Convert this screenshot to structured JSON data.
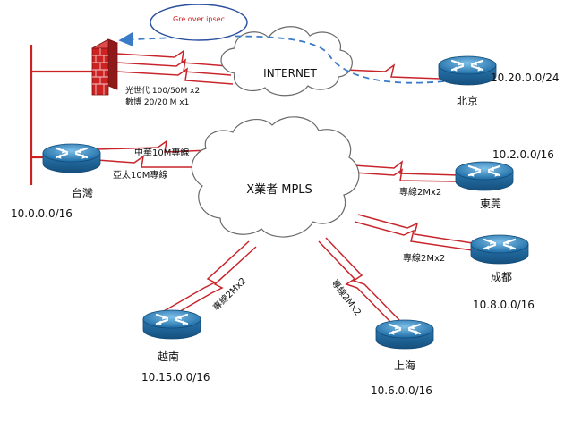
{
  "callout": {
    "text": "Gre over ipsec"
  },
  "clouds": {
    "internet": {
      "label": "INTERNET"
    },
    "mpls": {
      "label": "X業者 MPLS"
    }
  },
  "taiwan": {
    "name": "台灣",
    "subnet": "10.0.0.0/16",
    "internet_line1": "光世代 100/50M  x2",
    "internet_line2": "數博 20/20 M x1",
    "mpls_link1": "中華10M專線",
    "mpls_link2": "亞太10M專線"
  },
  "beijing": {
    "name": "北京",
    "subnet": "10.20.0.0/24"
  },
  "dongguan": {
    "name": "東莞",
    "subnet": "10.2.0.0/16",
    "link": "專線2Mx2"
  },
  "chengdu": {
    "name": "成都",
    "subnet": "10.8.0.0/16",
    "link": "專線2Mx2"
  },
  "vietnam": {
    "name": "越南",
    "subnet": "10.15.0.0/16",
    "link": "專線2Mx2"
  },
  "shanghai": {
    "name": "上海",
    "subnet": "10.6.0.0/16",
    "link": "專線2Mx2"
  },
  "colors": {
    "link_red": "#c8252b",
    "router_blue": "#2d7fb8",
    "firewall_red": "#cc2222",
    "tunnel_blue": "#3a7bc8",
    "lan_red": "#cc2222"
  },
  "icons": {
    "router": "router-icon",
    "firewall": "firewall-icon",
    "cloud": "cloud-icon"
  }
}
